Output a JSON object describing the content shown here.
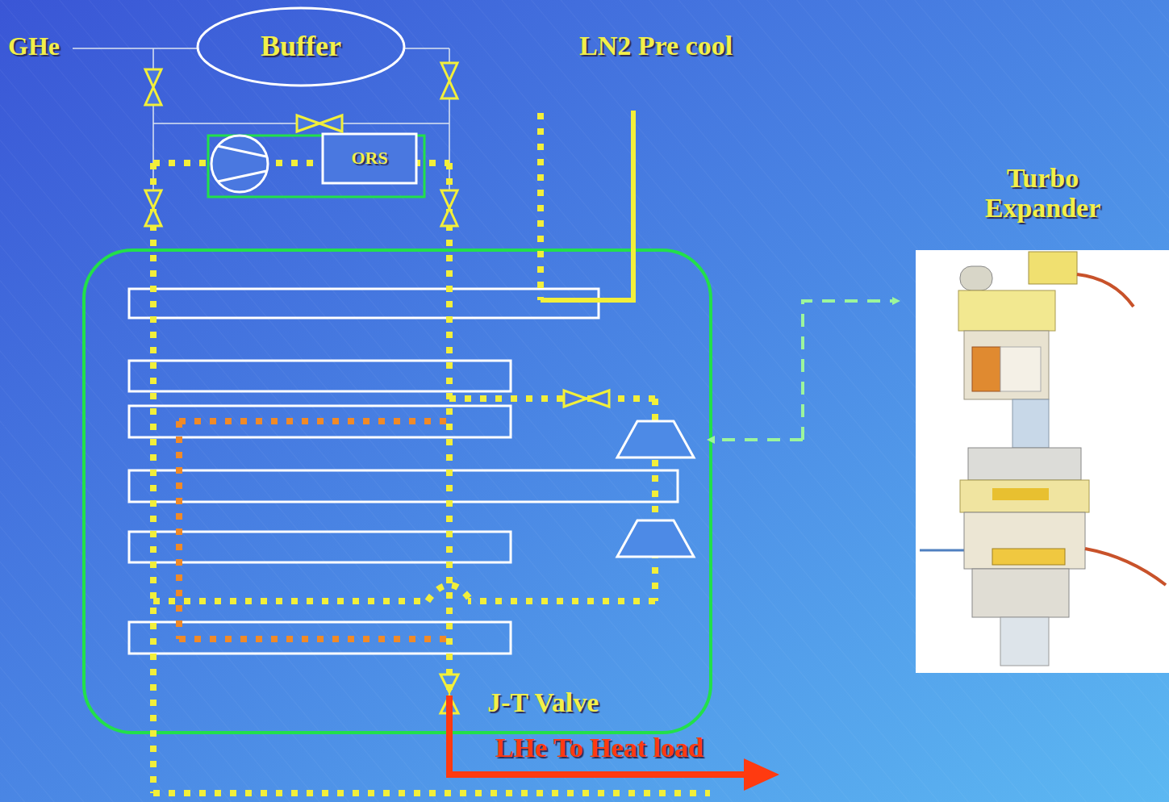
{
  "diagram": {
    "nodes": [
      {
        "text": [
          "Buffer"
        ]
      },
      {
        "text": [
          "ORS"
        ]
      },
      {
        "text": [
          "Turbo Expander"
        ]
      }
    ],
    "labels": [
      "GHe",
      "LN2 Pre cool",
      "J-T Valve",
      "LHe To Heat load"
    ]
  }
}
